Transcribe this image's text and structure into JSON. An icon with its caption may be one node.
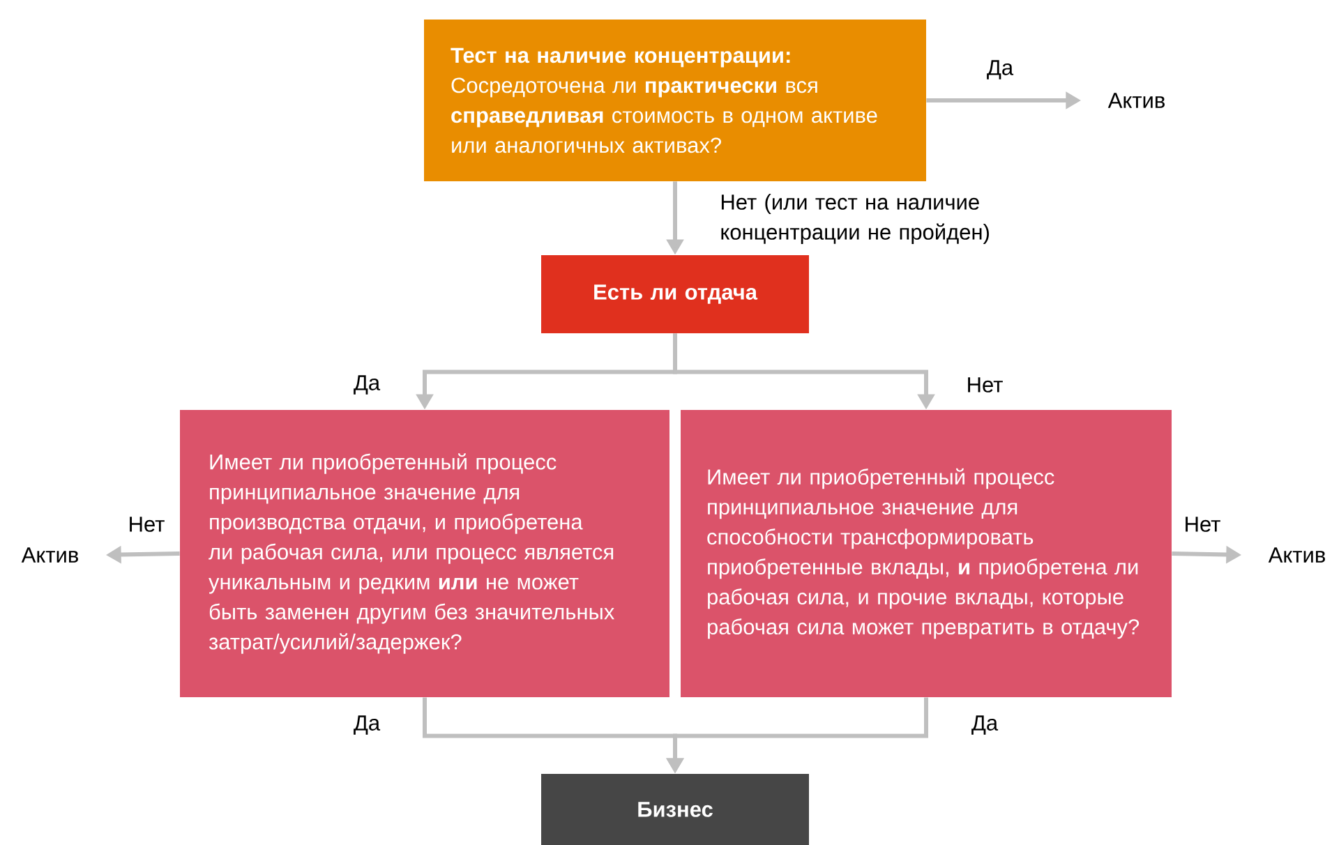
{
  "diagram": {
    "nodes": [
      {
        "text": [
          "Тест на наличие концентрации:",
          "Сосредоточена ли **практически** вся **справедливая** стоимость в одном активе или аналогичных активах?"
        ]
      },
      {
        "text": [
          "Актив"
        ]
      },
      {
        "text": [
          "Есть ли отдача"
        ]
      },
      {
        "text": [
          "Имеет ли приобретенный процесс принципиальное значение для производства отдачи, и приобретена ли рабочая сила, или процесс является уникальным и редким **или** не может быть заменен другим без значительных затрат/усилий/задержек?"
        ]
      },
      {
        "text": [
          "Имеет ли приобретенный процесс принципиальное значение для способности трансформировать приобретенные вклады, **и** приобретена ли рабочая сила, и прочие вклады, которые рабочая сила может превратить в отдачу?"
        ]
      },
      {
        "text": [
          "Актив"
        ]
      },
      {
        "text": [
          "Актив"
        ]
      },
      {
        "text": [
          "Бизнес"
        ]
      }
    ],
    "edges": [
      {
        "from": 0,
        "to": 1,
        "arrow": "to",
        "label": "Да"
      },
      {
        "from": 0,
        "to": 2,
        "arrow": "to",
        "label": "Нет (или тест на наличие концентрации не пройден)"
      },
      {
        "from": 2,
        "to": 3,
        "arrow": "to",
        "label": "Да"
      },
      {
        "from": 2,
        "to": 4,
        "arrow": "to",
        "label": "Нет"
      },
      {
        "from": 3,
        "to": 5,
        "arrow": "to",
        "label": "Нет"
      },
      {
        "from": 4,
        "to": 6,
        "arrow": "to",
        "label": "Нет"
      },
      {
        "from": 3,
        "to": 7,
        "arrow": "to",
        "label": "Да"
      },
      {
        "from": 4,
        "to": 7,
        "arrow": "to",
        "label": "Да"
      }
    ]
  }
}
